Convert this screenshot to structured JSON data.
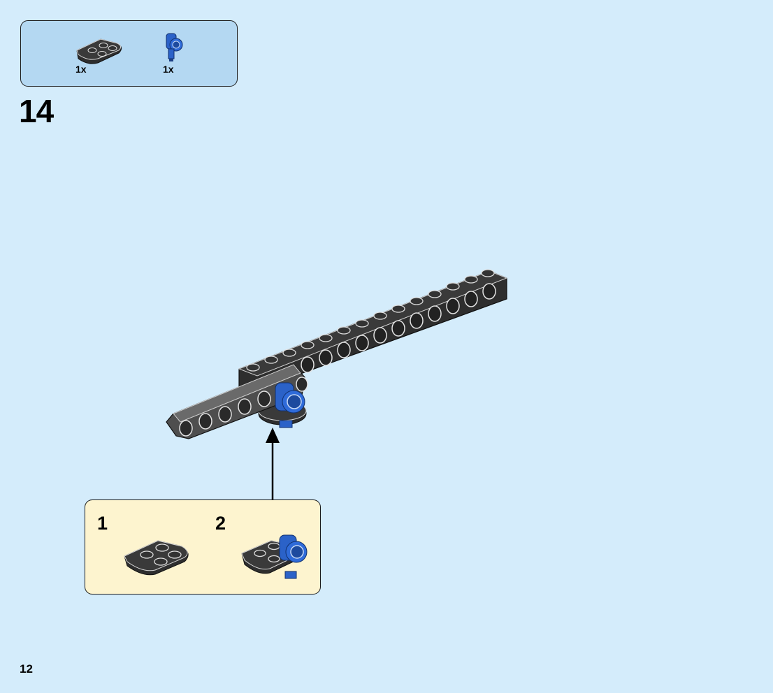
{
  "parts_list": {
    "items": [
      {
        "icon": "dark-gray-round-plate-icon",
        "quantity": "1x"
      },
      {
        "icon": "blue-pin-connector-icon",
        "quantity": "1x"
      }
    ]
  },
  "step": {
    "number": "14"
  },
  "subassembly": {
    "steps": [
      {
        "number": "1",
        "icon": "round-plate-icon"
      },
      {
        "number": "2",
        "icon": "plate-with-blue-connector-icon"
      }
    ]
  },
  "page": {
    "number": "12"
  },
  "colors": {
    "background": "#d4ecfb",
    "parts_box": "#b4d8f2",
    "subassembly_box": "#fdf4cf",
    "brick_dark": "#2e2e2e",
    "beam_gray": "#5a5a5a",
    "connector_blue": "#2b62c8"
  }
}
